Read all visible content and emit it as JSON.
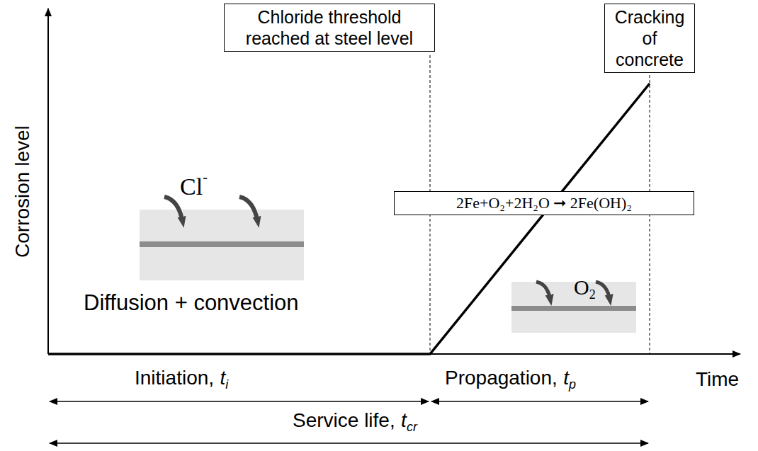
{
  "diagram": {
    "nodes": [
      {
        "text": [
          "Chloride threshold reached at steel level"
        ]
      },
      {
        "text": [
          "Cracking of concrete"
        ]
      },
      {
        "text": [
          "2Fe+O₂+2H₂O ➞ 2Fe(OH)₂"
        ]
      }
    ],
    "labels": [
      "Corrosion level",
      "Cl",
      "-",
      "Diffusion + convection",
      "O",
      "2",
      "Initiation,",
      "t",
      "i",
      "Propagation,",
      "t",
      "p",
      "Time",
      "Service life,",
      "t",
      "cr"
    ]
  }
}
